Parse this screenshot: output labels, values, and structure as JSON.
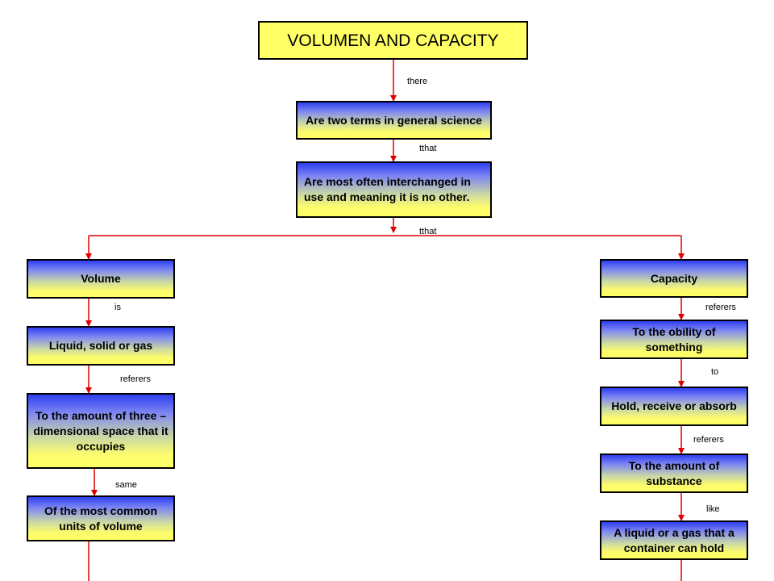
{
  "title": "VOLUMEN AND CAPACITY",
  "nodes": {
    "definition": "Are two terms in general science",
    "interchanged": "Are most often interchanged in use and meaning it is no other.",
    "volume": "Volume",
    "capacity": "Capacity",
    "volume_states": "Liquid, solid or gas",
    "volume_amount": "To the amount of three – dimensional space that it occupies",
    "volume_units": "Of the most common units of volume",
    "capacity_ability": "To the obility of something",
    "capacity_hold": "Hold, receive or absorb",
    "capacity_amount": "To the amount of substance",
    "capacity_example": "A liquid or a gas that a container can hold"
  },
  "links": {
    "title_to_definition": "there",
    "definition_to_interchanged": "tthat",
    "interchanged_to_branches": "tthat",
    "volume_to_states": "is",
    "states_to_amount": "referers",
    "amount_to_units": "same",
    "capacity_to_ability": "referers",
    "ability_to_hold": "to",
    "hold_to_amount": "referers",
    "amount_to_example": "like"
  },
  "colors": {
    "connector": "#e00000",
    "box_border": "#000000",
    "title_fill": "#ffff66"
  }
}
